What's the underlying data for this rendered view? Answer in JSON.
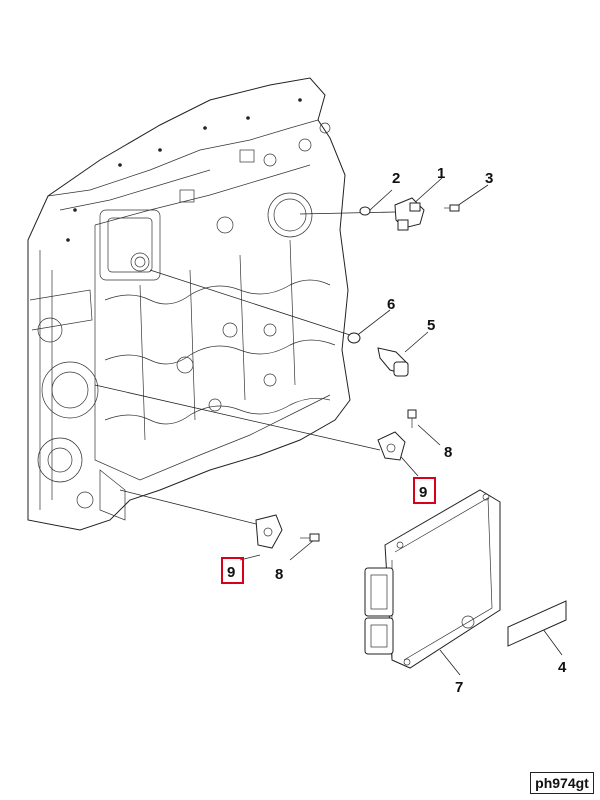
{
  "callouts": {
    "c1": "1",
    "c2": "2",
    "c3": "3",
    "c4": "4",
    "c5": "5",
    "c6": "6",
    "c7": "7",
    "c8a": "8",
    "c8b": "8",
    "c9a": "9",
    "c9b": "9"
  },
  "document_id": "ph974gt",
  "highlight_color": "#d9001b"
}
